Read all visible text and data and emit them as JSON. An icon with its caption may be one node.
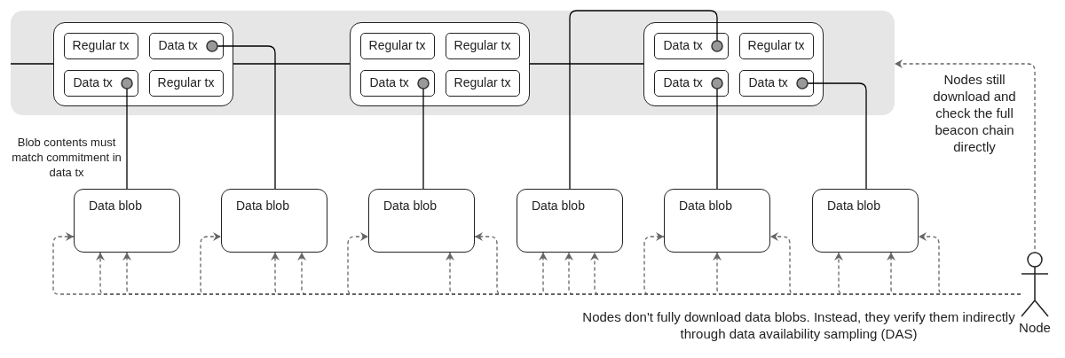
{
  "diagram": {
    "nodes": [
      {
        "text": [],
        "shape": "box"
      },
      {
        "text": [],
        "shape": "box",
        "in": 0
      },
      {
        "text": [
          "Regular tx"
        ],
        "in": 1
      },
      {
        "text": [
          "Data tx"
        ],
        "in": 1
      },
      {
        "text": [
          "Data tx"
        ],
        "in": 1
      },
      {
        "text": [
          "Regular tx"
        ],
        "in": 1
      },
      {
        "text": [],
        "shape": "box",
        "in": 0
      },
      {
        "text": [
          "Regular tx"
        ],
        "in": 6
      },
      {
        "text": [
          "Regular tx"
        ],
        "in": 6
      },
      {
        "text": [
          "Data tx"
        ],
        "in": 6
      },
      {
        "text": [
          "Regular tx"
        ],
        "in": 6
      },
      {
        "text": [],
        "shape": "box",
        "in": 0
      },
      {
        "text": [
          "Data tx"
        ],
        "in": 11
      },
      {
        "text": [
          "Regular tx"
        ],
        "in": 11
      },
      {
        "text": [
          "Data tx"
        ],
        "in": 11
      },
      {
        "text": [
          "Data tx"
        ],
        "in": 11
      },
      {
        "text": [
          "Data blob"
        ]
      },
      {
        "text": [
          "Data blob"
        ]
      },
      {
        "text": [
          "Data blob"
        ]
      },
      {
        "text": [
          "Data blob"
        ]
      },
      {
        "text": [
          "Data blob"
        ]
      },
      {
        "text": [
          "Data blob"
        ]
      },
      {
        "text": [
          "Node"
        ]
      }
    ],
    "edges": [
      {
        "from": null,
        "to": 1,
        "arrow": "none",
        "color": "#000000"
      },
      {
        "from": 1,
        "to": 6,
        "arrow": "none",
        "color": "#000000"
      },
      {
        "from": 6,
        "to": 11,
        "arrow": "none",
        "color": "#000000"
      },
      {
        "from": 4,
        "to": 16,
        "arrow": "other",
        "color": "#000000"
      },
      {
        "from": 3,
        "to": 17,
        "arrow": "other",
        "color": "#000000"
      },
      {
        "from": 9,
        "to": 18,
        "arrow": "other",
        "color": "#000000"
      },
      {
        "from": 12,
        "to": 19,
        "arrow": "other",
        "color": "#000000"
      },
      {
        "from": 14,
        "to": 20,
        "arrow": "other",
        "color": "#000000"
      },
      {
        "from": 15,
        "to": 21,
        "arrow": "other",
        "color": "#000000"
      },
      {
        "from": 22,
        "to": 0,
        "arrow": "to",
        "style": "dashed",
        "color": "#666666",
        "label": "Nodes still download and check the full beacon chain directly"
      },
      {
        "from": 22,
        "to": 16,
        "arrow": "to",
        "style": "dashed",
        "color": "#666666"
      },
      {
        "from": 22,
        "to": 16,
        "arrow": "to",
        "style": "dashed",
        "color": "#666666"
      },
      {
        "from": 22,
        "to": 16,
        "arrow": "to",
        "style": "dashed",
        "color": "#666666"
      },
      {
        "from": 22,
        "to": 17,
        "arrow": "to",
        "style": "dashed",
        "color": "#666666"
      },
      {
        "from": 22,
        "to": 17,
        "arrow": "to",
        "style": "dashed",
        "color": "#666666"
      },
      {
        "from": 22,
        "to": 17,
        "arrow": "to",
        "style": "dashed",
        "color": "#666666"
      },
      {
        "from": 22,
        "to": 18,
        "arrow": "to",
        "style": "dashed",
        "color": "#666666"
      },
      {
        "from": 22,
        "to": 18,
        "arrow": "to",
        "style": "dashed",
        "color": "#666666"
      },
      {
        "from": 22,
        "to": 18,
        "arrow": "to",
        "style": "dashed",
        "color": "#666666"
      },
      {
        "from": 22,
        "to": 19,
        "arrow": "to",
        "style": "dashed",
        "color": "#666666"
      },
      {
        "from": 22,
        "to": 19,
        "arrow": "to",
        "style": "dashed",
        "color": "#666666"
      },
      {
        "from": 22,
        "to": 19,
        "arrow": "to",
        "style": "dashed",
        "color": "#666666"
      },
      {
        "from": 22,
        "to": 20,
        "arrow": "to",
        "style": "dashed",
        "color": "#666666"
      },
      {
        "from": 22,
        "to": 20,
        "arrow": "to",
        "style": "dashed",
        "color": "#666666"
      },
      {
        "from": 22,
        "to": 20,
        "arrow": "to",
        "style": "dashed",
        "color": "#666666"
      },
      {
        "from": 22,
        "to": 21,
        "arrow": "to",
        "style": "dashed",
        "color": "#666666"
      },
      {
        "from": 22,
        "to": 21,
        "arrow": "to",
        "style": "dashed",
        "color": "#666666"
      },
      {
        "from": 22,
        "to": 21,
        "arrow": "to",
        "style": "dashed",
        "color": "#666666"
      }
    ],
    "labels": [
      "Blob contents must match commitment in data tx",
      "Nodes don't fully download data blobs. Instead, they verify them indirectly through data availability sampling (DAS)"
    ]
  }
}
